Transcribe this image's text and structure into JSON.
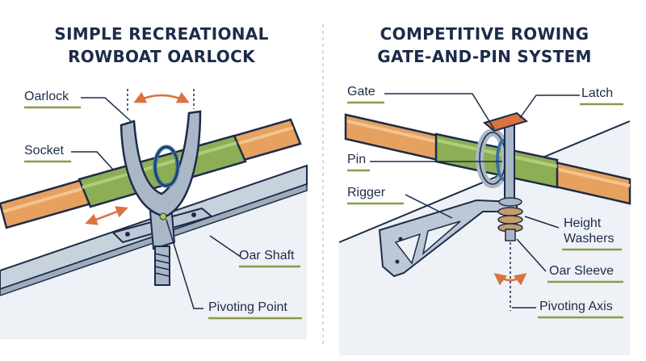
{
  "colors": {
    "navy": "#1d2b4a",
    "oar_wood": "#e6a15f",
    "sleeve_green": "#8cae55",
    "metal": "#a9b7c6",
    "accent_orange": "#d9733f",
    "label_underline": "#8a9a4b"
  },
  "left_panel": {
    "title_line1": "SIMPLE RECREATIONAL",
    "title_line2": "ROWBOAT OARLOCK",
    "labels": {
      "oarlock": "Oarlock",
      "socket": "Socket",
      "oar_shaft": "Oar Shaft",
      "pivoting_point": "Pivoting Point"
    }
  },
  "right_panel": {
    "title_line1": "COMPETITIVE ROWING",
    "title_line2": "GATE-AND-PIN SYSTEM",
    "labels": {
      "gate": "Gate",
      "latch": "Latch",
      "pin": "Pin",
      "rigger": "Rigger",
      "height_washers_1": "Height",
      "height_washers_2": "Washers",
      "oar_sleeve": "Oar Sleeve",
      "pivoting_axis": "Pivoting Axis"
    }
  }
}
